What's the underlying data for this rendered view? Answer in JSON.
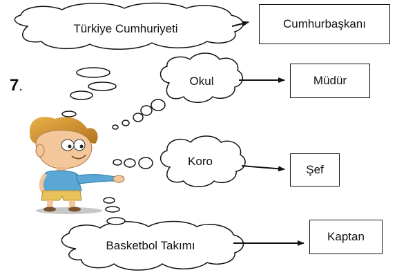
{
  "question_number": "7",
  "question_dot": ".",
  "pairs": [
    {
      "group": "Türkiye Cumhuriyeti",
      "leader": "Cumhurbaşkanı"
    },
    {
      "group": "Okul",
      "leader": "Müdür"
    },
    {
      "group": "Koro",
      "leader": "Şef"
    },
    {
      "group": "Basketbol Takımı",
      "leader": "Kaptan"
    }
  ],
  "figure": {
    "icon": "thinking-boy-icon"
  }
}
